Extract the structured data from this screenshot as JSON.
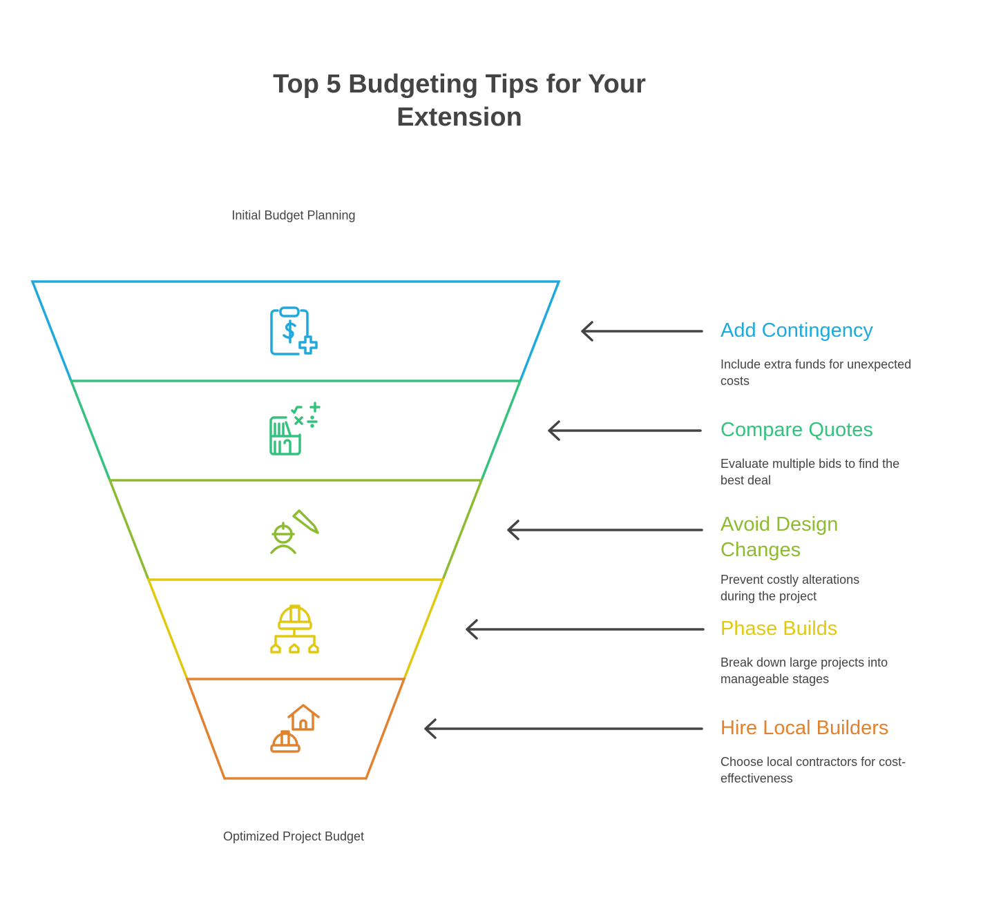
{
  "title": "Top 5 Budgeting Tips for Your Extension",
  "top_label": "Initial Budget Planning",
  "bottom_label": "Optimized Project Budget",
  "stages": [
    {
      "title": "Add Contingency",
      "desc": "Include extra funds for unexpected costs",
      "color": "#1fa9dc",
      "icon": "clipboard-dollar-plus-icon"
    },
    {
      "title": "Compare Quotes",
      "desc": "Evaluate multiple bids to find the best deal",
      "color": "#34c27e",
      "icon": "calculator-math-icon"
    },
    {
      "title": "Avoid Design Changes",
      "desc": "Prevent costly alterations during the project",
      "color": "#8dbb32",
      "icon": "worker-pencil-icon"
    },
    {
      "title": "Phase Builds",
      "desc": "Break down large projects into manageable stages",
      "color": "#e1c912",
      "icon": "hardhat-hierarchy-icon"
    },
    {
      "title": "Hire Local Builders",
      "desc": "Choose local contractors for cost-effectiveness",
      "color": "#e0822f",
      "icon": "hardhat-house-icon"
    }
  ]
}
